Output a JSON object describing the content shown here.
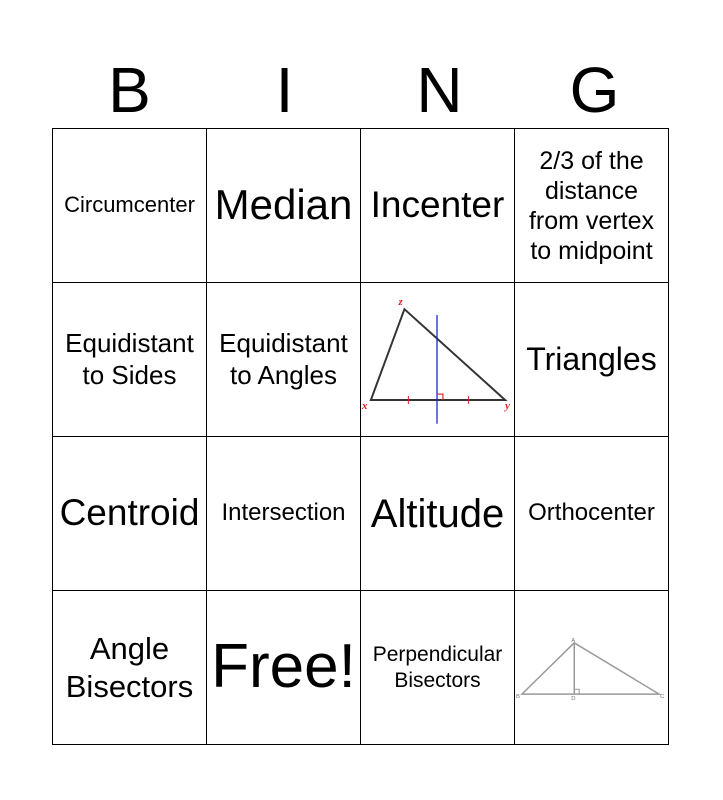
{
  "header": [
    "B",
    "I",
    "N",
    "G"
  ],
  "cells": [
    {
      "text": "Circumcenter",
      "size": 22
    },
    {
      "text": "Median",
      "size": 42
    },
    {
      "text": "Incenter",
      "size": 37
    },
    {
      "text": "2/3 of the distance from vertex to midpoint",
      "size": 25
    },
    {
      "text": "Equidistant to Sides",
      "size": 26
    },
    {
      "text": "Equidistant to Angles",
      "size": 26
    },
    {
      "image": "perpendicular-bisector-triangle",
      "labels": [
        "z",
        "x",
        "y"
      ]
    },
    {
      "text": "Triangles",
      "size": 32
    },
    {
      "text": "Centroid",
      "size": 37
    },
    {
      "text": "Intersection",
      "size": 24
    },
    {
      "text": "Altitude",
      "size": 40
    },
    {
      "text": "Orthocenter",
      "size": 24
    },
    {
      "text": "Angle Bisectors",
      "size": 31
    },
    {
      "text": "Free!",
      "size": 62
    },
    {
      "text": "Perpendicular Bisectors",
      "size": 21
    },
    {
      "image": "altitude-triangle",
      "labels": [
        "A",
        "B",
        "D",
        "C"
      ]
    }
  ],
  "colors": {
    "labels": "#e02020",
    "bisector_line": "#2020d0",
    "altitude_lines": "#999999"
  }
}
